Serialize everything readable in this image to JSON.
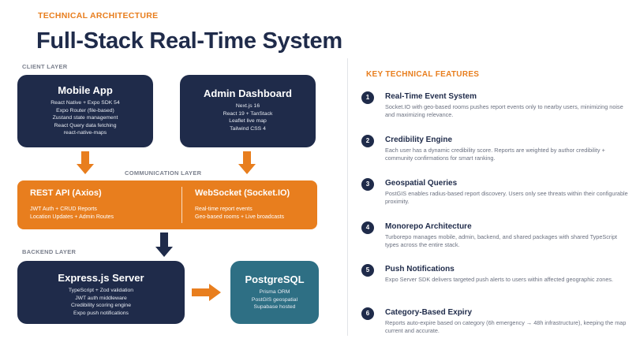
{
  "header": {
    "eyebrow": "TECHNICAL ARCHITECTURE",
    "title": "Full-Stack Real-Time System"
  },
  "layers": {
    "client": "CLIENT LAYER",
    "communication": "COMMUNICATION LAYER",
    "backend": "BACKEND LAYER"
  },
  "client": {
    "mobile": {
      "title": "Mobile App",
      "lines": [
        "React Native + Expo SDK 54",
        "Expo Router (file-based)",
        "Zustand state management",
        "React Query data fetching",
        "react-native-maps"
      ]
    },
    "admin": {
      "title": "Admin Dashboard",
      "lines": [
        "Next.js 16",
        "React 19 + TanStack",
        "Leaflet live map",
        "Tailwind CSS 4"
      ]
    }
  },
  "communication": {
    "rest": {
      "title": "REST API (Axios)",
      "lines": [
        "JWT Auth + CRUD Reports",
        "Location Updates + Admin Routes"
      ]
    },
    "ws": {
      "title": "WebSocket (Socket.IO)",
      "lines": [
        "Real-time report events",
        "Geo-based rooms + Live broadcasts"
      ]
    }
  },
  "backend": {
    "server": {
      "title": "Express.js Server",
      "lines": [
        "TypeScript + Zod validation",
        "JWT auth middleware",
        "Credibility scoring engine",
        "Expo push notifications"
      ]
    },
    "db": {
      "title": "PostgreSQL",
      "lines": [
        "Prisma ORM",
        "PostGIS geospatial",
        "Supabase hosted"
      ]
    }
  },
  "features": {
    "heading": "KEY TECHNICAL FEATURES",
    "items": [
      {
        "num": "1",
        "title": "Real-Time Event System",
        "desc": "Socket.IO with geo-based rooms pushes report events only to nearby users, minimizing noise and maximizing relevance."
      },
      {
        "num": "2",
        "title": "Credibility Engine",
        "desc": "Each user has a dynamic credibility score. Reports are weighted by author credibility + community confirmations for smart ranking."
      },
      {
        "num": "3",
        "title": "Geospatial Queries",
        "desc": "PostGIS enables radius-based report discovery. Users only see threats within their configurable proximity."
      },
      {
        "num": "4",
        "title": "Monorepo Architecture",
        "desc": "Turborepo manages mobile, admin, backend, and shared packages with shared TypeScript types across the entire stack."
      },
      {
        "num": "5",
        "title": "Push Notifications",
        "desc": "Expo Server SDK delivers targeted push alerts to users within affected geographic zones."
      },
      {
        "num": "6",
        "title": "Category-Based Expiry",
        "desc": "Reports auto-expire based on category (6h emergency → 48h infrastructure), keeping the map current and accurate."
      }
    ]
  },
  "colors": {
    "navy": "#1f2b4a",
    "orange": "#e87e1e",
    "teal": "#2e6f84"
  }
}
